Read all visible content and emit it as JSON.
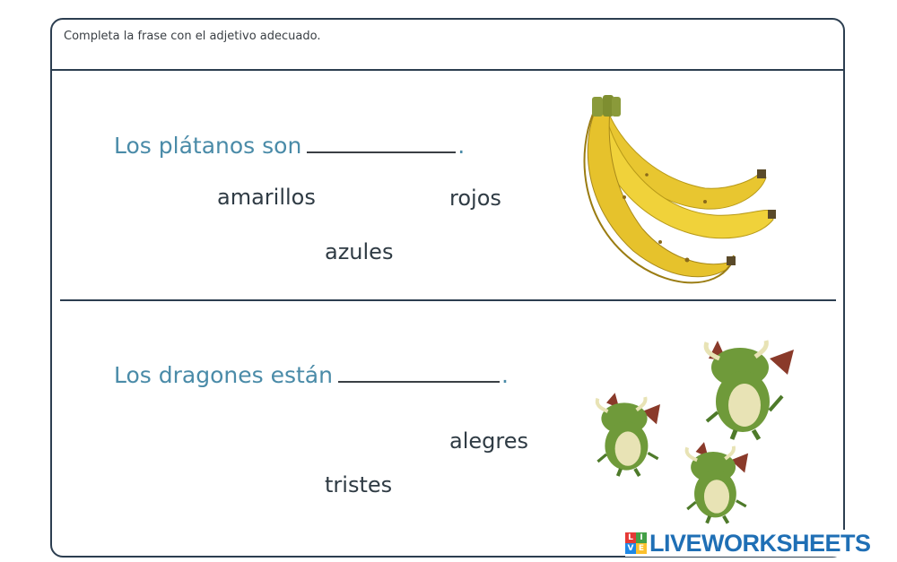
{
  "worksheet": {
    "instructions": "Completa la frase con el adjetivo adecuado."
  },
  "question1": {
    "sentence_before": "Los plátanos son",
    "sentence_after": ".",
    "options": [
      "amarillos",
      "rojos",
      "azules"
    ],
    "image": "bananas-image"
  },
  "question2": {
    "sentence_before": "Los dragones están",
    "sentence_after": ".",
    "options": [
      "alegres",
      "tristes"
    ],
    "image": "dragons-image"
  },
  "branding": {
    "logo_letters": [
      "L",
      "I",
      "V",
      "E"
    ],
    "logo_text": "LIVEWORKSHEETS"
  },
  "colors": {
    "sentence": "#4a8ba8",
    "option_text": "#2f3b44",
    "border": "#2c3e50",
    "brand": "#1f6fb5"
  }
}
